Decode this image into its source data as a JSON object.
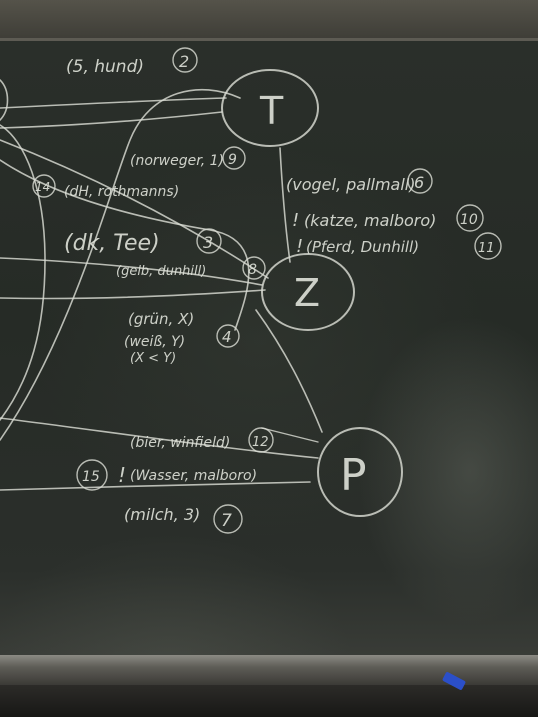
{
  "nodes": {
    "t": "T",
    "z": "Z",
    "p": "P"
  },
  "labels": {
    "top_pair": "(5, hund)",
    "top_num": "2",
    "norweger": "(norweger, 1)",
    "norweger_num": "9",
    "dh": "(dH, rothmanns)",
    "dh_num": "14",
    "dk_tee": "(dk, Tee)",
    "dk_num": "3",
    "gelb": "(gelb, dunhill)",
    "gelb_num": "8",
    "gruen": "(grün, X)",
    "weiss": "(weiß, Y)",
    "xy": "(X < Y)",
    "gruen_num": "4",
    "vogel": "(vogel, pallmall)",
    "vogel_num": "6",
    "katze": "(katze, malboro)",
    "katze_num": "10",
    "pferd": "(Pferd, Dunhill)",
    "pferd_num": "11",
    "bier": "(bier, winfield)",
    "bier_num": "12",
    "wasser": "(Wasser, malboro)",
    "wasser_num": "15",
    "milch": "(milch, 3)",
    "milch_num": "7",
    "bang": "!"
  }
}
